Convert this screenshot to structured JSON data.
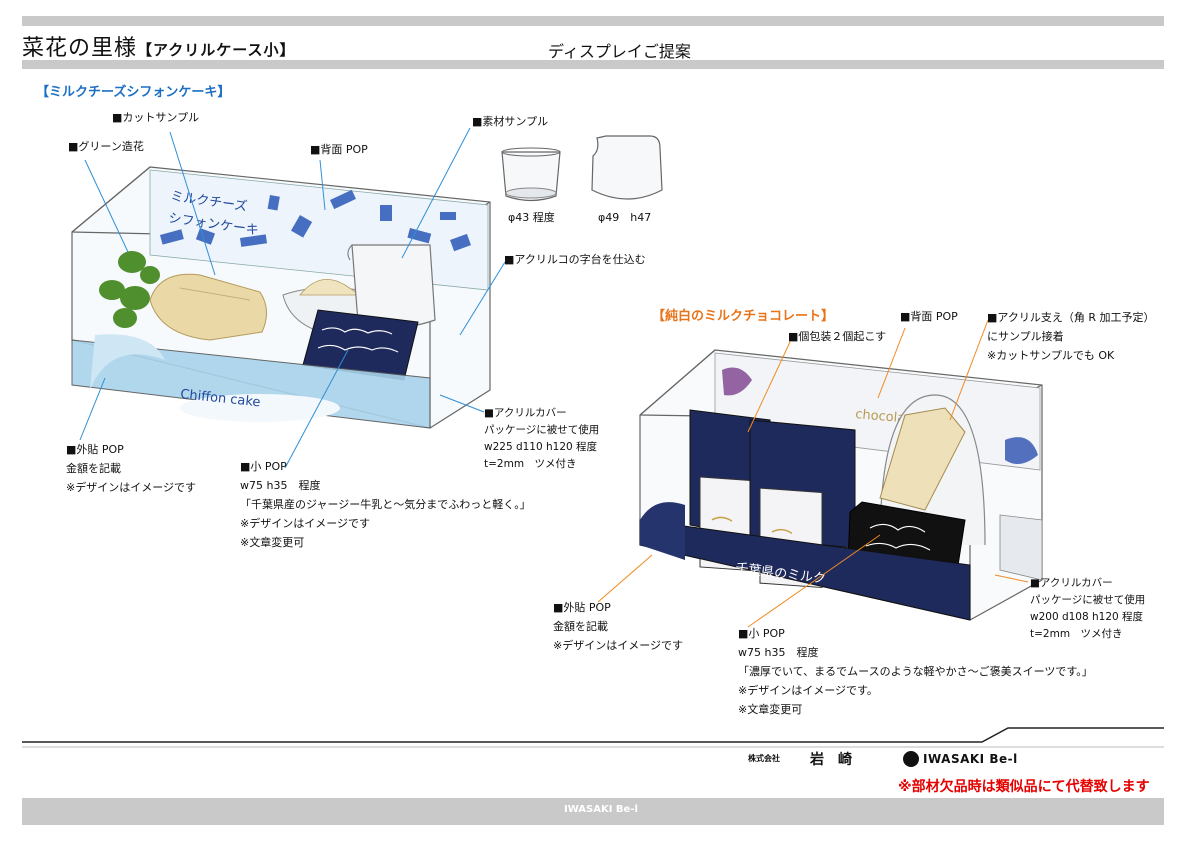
{
  "header": {
    "title": "菜花の里様",
    "subtitle": "【アクリルケース小】",
    "right_title": "ディスプレイご提案"
  },
  "section1": {
    "title": "【ミルクチーズシフォンケーキ】",
    "labels": {
      "cut_sample": "■カットサンプル",
      "green_flower": "■グリーン造花",
      "back_pop": "■背面 POP",
      "material_sample": "■素材サンプル",
      "acrylic_stand": "■アクリルコの字台を仕込む",
      "cup1": "φ43 程度",
      "cup2": "φ49　h47",
      "outer_pop": [
        "■外貼 POP",
        "金額を記載",
        "※デザインはイメージです"
      ],
      "small_pop": [
        "■小 POP",
        "w75 h35　程度",
        "「千葉県産のジャージー牛乳と～気分までふわっと軽く。」",
        "※デザインはイメージです",
        "※文章変更可"
      ],
      "acrylic_cover": [
        "■アクリルカバー",
        "パッケージに被せて使用",
        "w225  d110  h120 程度",
        "t=2mm　ツメ付き"
      ]
    },
    "sketch_text": {
      "back_pop_line1": "ミルクチーズ",
      "back_pop_line2": "シフォンケーキ",
      "front_text": "Chiffon cake"
    }
  },
  "section2": {
    "title": "【純白のミルクチョコレート】",
    "labels": {
      "individual": "■個包装２個起こす",
      "back_pop": "■背面 POP",
      "acrylic_support": [
        "■アクリル支え（角 R 加工予定）",
        "にサンプル接着",
        "※カットサンプルでも OK"
      ],
      "outer_pop": [
        "■外貼 POP",
        "金額を記載",
        "※デザインはイメージです"
      ],
      "small_pop": [
        "■小 POP",
        "w75 h35　程度",
        "「濃厚でいて、まるでムースのような軽やかさ～ご褒美スイーツです。」",
        "※デザインはイメージです。",
        "※文章変更可"
      ],
      "acrylic_cover": [
        "■アクリルカバー",
        "パッケージに被せて使用",
        "w200  d108  h120 程度",
        "t=2mm　ツメ付き"
      ]
    },
    "sketch_text": {
      "back_pop": "chocolate",
      "front_text": "千葉県のミルク"
    }
  },
  "footer": {
    "company_prefix": "株式会社",
    "company_name": "岩　崎",
    "brand": "IWASAKI Be-l",
    "notice": "※部材欠品時は類似品にて代替致します",
    "footer_brand": "IWASAKI Be-l"
  },
  "colors": {
    "bar": "#c9c9c9",
    "section1_title": "#1d6fc4",
    "section2_title": "#e8741a",
    "leader_blue": "#2f8fd8",
    "leader_orange": "#f08a24",
    "notice": "#e60000",
    "navy": "#1f2a5c"
  }
}
